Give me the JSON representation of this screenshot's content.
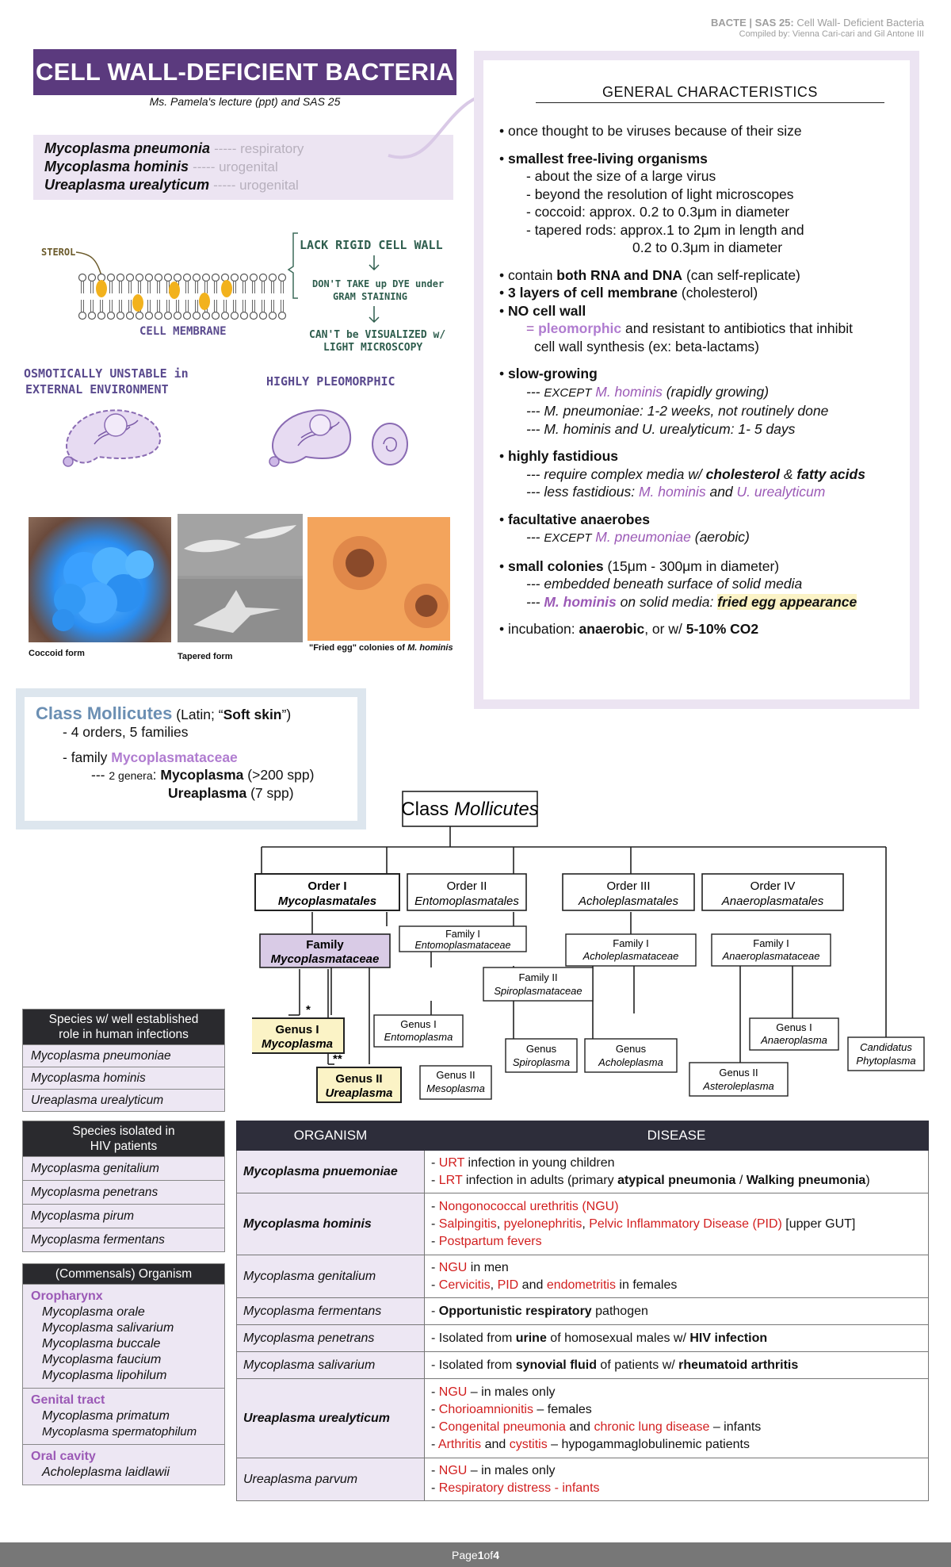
{
  "header": {
    "line1_course": "BACTE | SAS 25:",
    "line1_topic": "Cell Wall- Deficient Bacteria",
    "line2": "Compiled by: Vienna Cari-cari and Gil Antone III"
  },
  "title": "CELL WALL-DEFICIENT BACTERIA",
  "subtitle": "Ms. Pamela's lecture (ppt) and SAS 25",
  "organisms": [
    {
      "name": "Mycoplasma pneumonia",
      "site": "----- respiratory"
    },
    {
      "name": "Mycoplasma hominis",
      "site": "----- urogenital"
    },
    {
      "name": "Ureaplasma urealyticum",
      "site": "----- urogenital"
    }
  ],
  "illustration": {
    "sterol": "STEROL",
    "cell_membrane": "CELL MEMBRANE",
    "lack_wall": "LACK RIGID CELL WALL",
    "no_dye_1": "DON'T TAKE up DYE under",
    "no_dye_2": "GRAM STAINING",
    "no_vis_1": "CAN'T be VISUALIZED w/",
    "no_vis_2": "LIGHT MICROSCOPY",
    "osmotic_1": "OSMOTICALLY UNSTABLE in",
    "osmotic_2": "EXTERNAL ENVIRONMENT",
    "pleomorphic": "HIGHLY PLEOMORPHIC"
  },
  "photos": {
    "coccoid": "Coccoid form",
    "tapered": "Tapered form",
    "fried_prefix": "\"Fried egg\" colonies of ",
    "fried_species": "M. hominis"
  },
  "general": {
    "title": "GENERAL CHARACTERISTICS",
    "b1": "once thought to be viruses because of their size",
    "b2": "smallest free-living organisms",
    "b2s1": "- about the size of a large virus",
    "b2s2": "- beyond the resolution of light microscopes",
    "b2s3": "- coccoid: approx. 0.2 to 0.3μm in diameter",
    "b2s4": "- tapered rods: approx.1 to 2μm in length and",
    "b2s5": "0.2 to 0.3μm in diameter",
    "b3a": "contain ",
    "b3b": "both RNA and DNA",
    "b3c": " (can self-replicate)",
    "b4a": "3 layers of cell membrane",
    "b4b": " (cholesterol)",
    "b5": "NO cell wall",
    "b5s1a": "= ",
    "b5s1b": "pleomorphic",
    "b5s1c": " and resistant to antibiotics that inhibit",
    "b5s2": "cell wall synthesis (ex: beta-lactams)",
    "b6": "slow-growing",
    "b6s1a": "--- ",
    "b6s1b": "EXCEPT",
    "b6s1c": " M. hominis",
    "b6s1d": " (rapidly growing)",
    "b6s2": "--- M. pneumoniae: 1-2 weeks, not routinely done",
    "b6s3": "--- M. hominis and U. urealyticum: 1- 5 days",
    "b7": "highly fastidious",
    "b7s1a": "--- require complex media w/ ",
    "b7s1b": "cholesterol",
    "b7s1c": " & ",
    "b7s1d": "fatty acids",
    "b7s2a": "--- less fastidious: ",
    "b7s2b": "M. hominis",
    "b7s2c": " and ",
    "b7s2d": "U. urealyticum",
    "b8": "facultative anaerobes",
    "b8s1a": "--- ",
    "b8s1b": "EXCEPT",
    "b8s1c": " M. pneumoniae",
    "b8s1d": " (aerobic)",
    "b9a": "small colonies",
    "b9b": " (15μm - 300μm in diameter)",
    "b9s1": "--- embedded beneath surface of solid media",
    "b9s2a": "--- ",
    "b9s2b": "M. hominis",
    "b9s2c": " on solid media: ",
    "b9s2d": "fried egg appearance",
    "b10a": "incubation: ",
    "b10b": "anaerobic",
    "b10c": ", or w/ ",
    "b10d": "5-10% CO2"
  },
  "mollicutes": {
    "title": "Class Mollicutes",
    "latin_a": " (Latin; “",
    "latin_b": "Soft skin",
    "latin_c": "”)",
    "orders": "- 4 orders, 5 families",
    "family_a": "- family ",
    "family_b": "Mycoplasmataceae",
    "gen_a": "--- ",
    "gen_b": "2 genera",
    "gen_c": ": ",
    "g1": "Mycoplasma",
    "g1c": " (>200 spp)",
    "g2": "Ureaplasma",
    "g2c": " (7 spp)"
  },
  "tree": {
    "root_a": "Class ",
    "root_b": "Mollicutes",
    "o1a": "Order I",
    "o1b": "Mycoplasmatales",
    "o2a": "Order II",
    "o2b": "Entomoplasmatales",
    "o3a": "Order III",
    "o3b": "Acholeplasmatales",
    "o4a": "Order IV",
    "o4b": "Anaeroplasmatales",
    "f1a": "Family",
    "f1b": "Mycoplasmataceae",
    "f2a": "Family I",
    "f2b": "Entomoplasmataceae",
    "f3a": "Family II",
    "f3b": "Spiroplasmataceae",
    "f4a": "Family I",
    "f4b": "Acholeplasmataceae",
    "f5a": "Family I",
    "f5b": "Anaeroplasmataceae",
    "g1a": "Genus I",
    "g1b": "Mycoplasma",
    "g2a": "Genus II",
    "g2b": "Ureaplasma",
    "g3a": "Genus I",
    "g3b": "Entomoplasma",
    "g4a": "Genus II",
    "g4b": "Mesoplasma",
    "g5a": "Genus",
    "g5b": "Spiroplasma",
    "g6a": "Genus",
    "g6b": "Acholeplasma",
    "g7a": "Genus II",
    "g7b": "Asteroleplasma",
    "g8a": "Genus I",
    "g8b": "Anaeroplasma",
    "g9a": "Candidatus",
    "g9b": "Phytoplasma",
    "star1": "*",
    "star2": "**"
  },
  "species_human": {
    "header_a": "Species w/ well established",
    "header_b": "role in human infections",
    "items": [
      "Mycoplasma pneumoniae",
      "Mycoplasma hominis",
      "Ureaplasma urealyticum"
    ]
  },
  "species_hiv": {
    "header_a": "Species isolated in",
    "header_b": "HIV patients",
    "items": [
      "Mycoplasma genitalium",
      "Mycoplasma penetrans",
      "Mycoplasma pirum",
      "Mycoplasma fermentans"
    ]
  },
  "commensals": {
    "header": "(Commensals) Organism",
    "oro": "Oropharynx",
    "oro_items": [
      "Mycoplasma orale",
      "Mycoplasma salivarium",
      "Mycoplasma buccale",
      "Mycoplasma faucium",
      "Mycoplasma lipohilum"
    ],
    "gen": "Genital tract",
    "gen_items": [
      "Mycoplasma primatum",
      "Mycoplasma spermatophilum"
    ],
    "oral": "Oral cavity",
    "oral_items": [
      "Acholeplasma laidlawii"
    ]
  },
  "disease_table": {
    "col1": "ORGANISM",
    "col2": "DISEASE",
    "r1": {
      "org": "Mycoplasma pnuemoniae"
    },
    "r2": {
      "org": "Mycoplasma hominis"
    },
    "r3": {
      "org": "Mycoplasma genitalium"
    },
    "r4": {
      "org": "Mycoplasma fermentans"
    },
    "r5": {
      "org": "Mycoplasma penetrans"
    },
    "r6": {
      "org": "Mycoplasma salivarium"
    },
    "r7": {
      "org": "Ureaplasma urealyticum"
    },
    "r8": {
      "org": "Ureaplasma parvum"
    },
    "t": {
      "dash": "- ",
      "urt": "URT",
      "urt_r": " infection in young children",
      "lrt": "LRT",
      "lrt_r": " infection in adults (primary ",
      "atyp": "atypical pneumonia",
      "slash": " / ",
      "walk": "Walking pneumonia",
      "close": ")",
      "ngu_full": "Nongonococcal urethritis (NGU)",
      "salp": "Salpingitis",
      "comma": ", ",
      "pyelo": "pyelonephritis",
      "pid_full": "Pelvic Inflammatory Disease (PID)",
      "upper": " [upper GUT]",
      "postp": "Postpartum fevers",
      "ngu": "NGU",
      "in_men": " in men",
      "cerv": "Cervicitis",
      "pid": "PID",
      "and": " and ",
      "endo": "endometritis",
      "in_fem": " in females",
      "opp": "Opportunistic respiratory",
      "path": " pathogen",
      "iso": "Isolated from ",
      "urine": "urine",
      "homo": " of homosexual males w/ ",
      "hiv": "HIV infection",
      "syn": "synovial fluid",
      "pat": " of patients w/ ",
      "ra": "rheumatoid arthritis",
      "males_only": " – in males only",
      "chorio": "Chorioamnionitis",
      "fem2": " – females",
      "cong": "Congenital pneumonia",
      "cld": "chronic lung disease",
      "inf": " – infants",
      "arth": "Arthritis",
      "cyst": "cystitis",
      "hypo": " – hypogammaglobulinemic patients",
      "resp": "Respiratory distress",
      "inf2": " - infants"
    }
  },
  "footer": {
    "a": "Page ",
    "b": "1",
    "c": " of ",
    "d": "4"
  },
  "colors": {
    "title_bg": "#5b3a7e",
    "lavender": "#ece4f2",
    "purple_text": "#9b59b6",
    "red_text": "#d21f1f",
    "dark_header": "#2d2d3a"
  }
}
